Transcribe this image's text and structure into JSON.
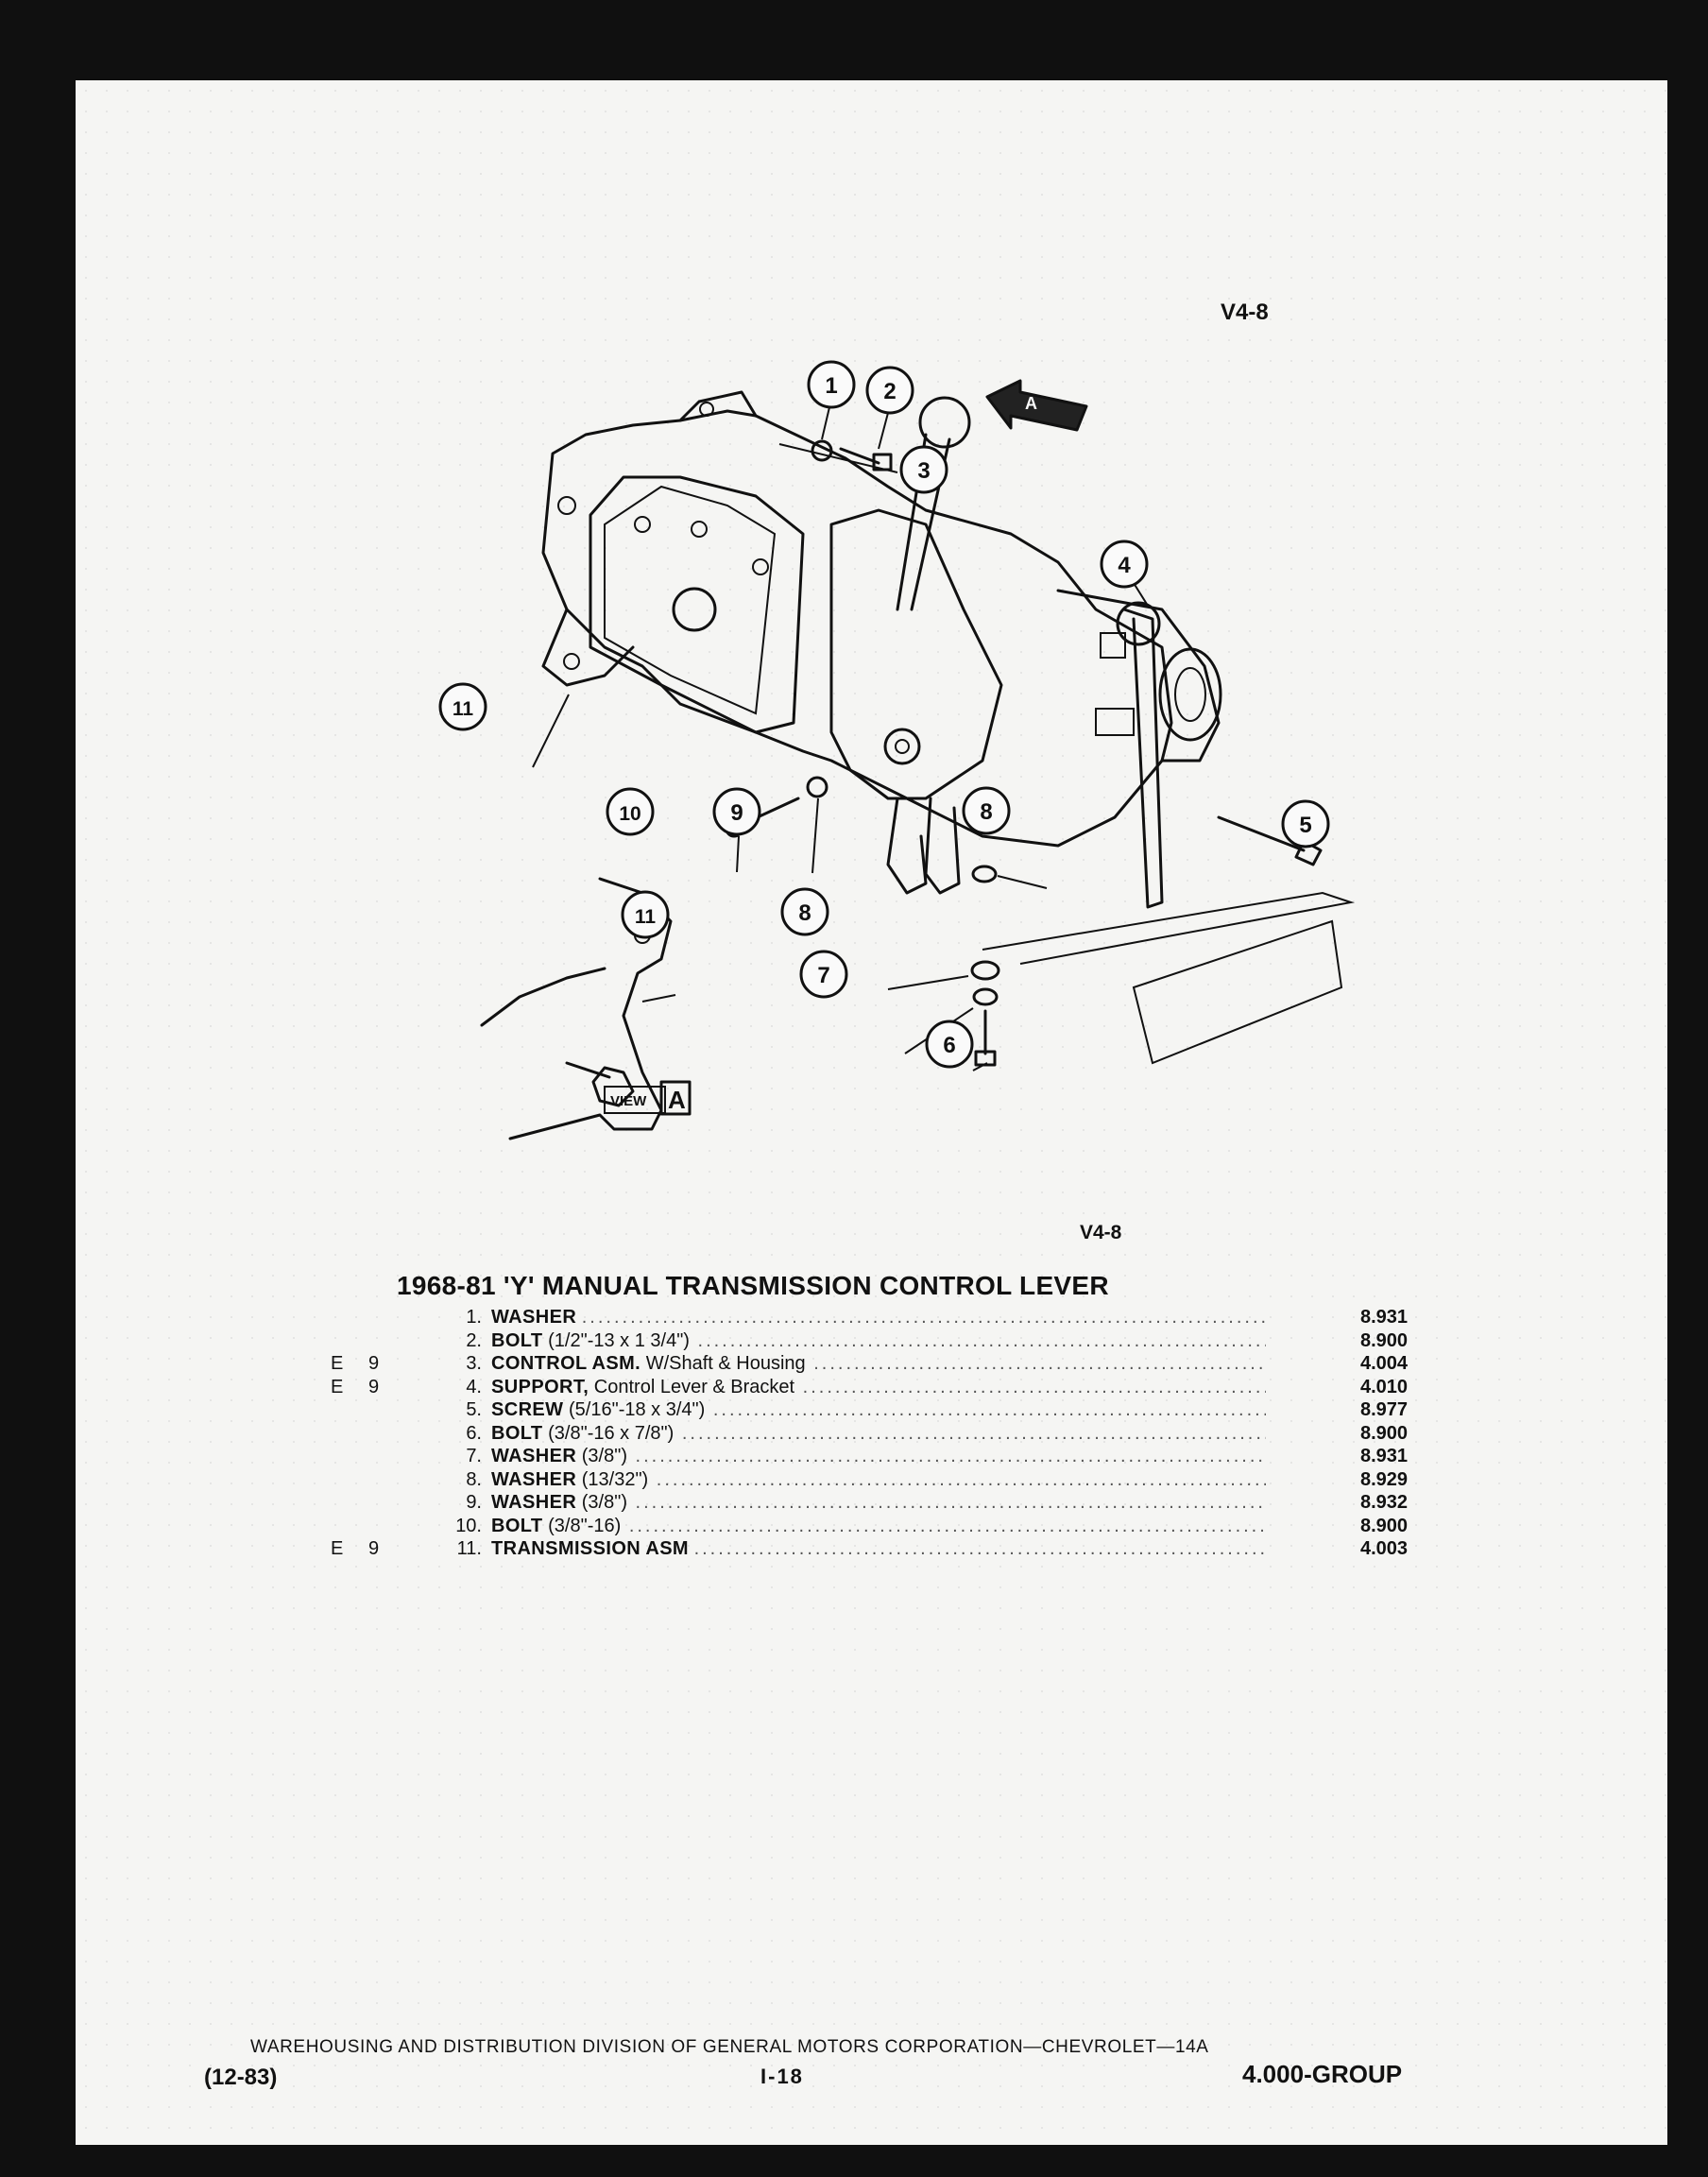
{
  "diagram": {
    "code_top": "V4-8",
    "code_mid": "V4-8",
    "arrow_label": "A",
    "view_label": "VIEW",
    "view_letter": "A",
    "callouts": [
      "1",
      "2",
      "3",
      "4",
      "5",
      "6",
      "7",
      "8",
      "8",
      "9",
      "10",
      "11",
      "11"
    ]
  },
  "title": "1968-81 'Y' MANUAL TRANSMISSION CONTROL LEVER",
  "parts": [
    {
      "e": "",
      "g": "",
      "num": "1.",
      "name": "WASHER",
      "detail": "",
      "value": "8.931"
    },
    {
      "e": "",
      "g": "",
      "num": "2.",
      "name": "BOLT",
      "detail": "(1/2\"-13 x 1 3/4\")",
      "value": "8.900"
    },
    {
      "e": "E",
      "g": "9",
      "num": "3.",
      "name": "CONTROL ASM.",
      "detail": "W/Shaft & Housing",
      "value": "4.004"
    },
    {
      "e": "E",
      "g": "9",
      "num": "4.",
      "name": "SUPPORT,",
      "detail": "Control Lever & Bracket",
      "value": "4.010"
    },
    {
      "e": "",
      "g": "",
      "num": "5.",
      "name": "SCREW",
      "detail": "(5/16\"-18 x 3/4\")",
      "value": "8.977"
    },
    {
      "e": "",
      "g": "",
      "num": "6.",
      "name": "BOLT",
      "detail": "(3/8\"-16 x 7/8\")",
      "value": "8.900"
    },
    {
      "e": "",
      "g": "",
      "num": "7.",
      "name": "WASHER",
      "detail": "(3/8\")",
      "value": "8.931"
    },
    {
      "e": "",
      "g": "",
      "num": "8.",
      "name": "WASHER",
      "detail": "(13/32\")",
      "value": "8.929"
    },
    {
      "e": "",
      "g": "",
      "num": "9.",
      "name": "WASHER",
      "detail": "(3/8\")",
      "value": "8.932"
    },
    {
      "e": "",
      "g": "",
      "num": "10.",
      "name": "BOLT",
      "detail": "(3/8\"-16)",
      "value": "8.900"
    },
    {
      "e": "E",
      "g": "9",
      "num": "11.",
      "name": "TRANSMISSION ASM",
      "detail": "",
      "value": "4.003"
    }
  ],
  "footer": {
    "division": "WAREHOUSING AND DISTRIBUTION DIVISION OF GENERAL MOTORS CORPORATION—CHEVROLET—14A",
    "date": "(12-83)",
    "page": "I-18",
    "group": "4.000-GROUP"
  }
}
